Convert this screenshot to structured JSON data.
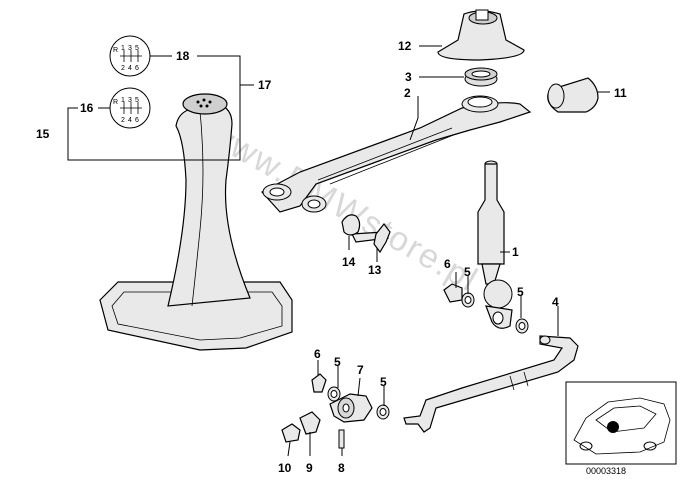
{
  "watermark": "www.BMWstore.pl",
  "reference_code": "00003318",
  "callouts": {
    "c1": "1",
    "c2": "2",
    "c3": "3",
    "c4": "4",
    "c5a": "5",
    "c5b": "5",
    "c5c": "5",
    "c6a": "6",
    "c6b": "6",
    "c7": "7",
    "c8": "8",
    "c9": "9",
    "c10": "10",
    "c11": "11",
    "c12": "12",
    "c13": "13",
    "c14": "14",
    "c15": "15",
    "c16": "16",
    "c17": "17",
    "c18": "18"
  },
  "shift_pattern_top": {
    "left": "R",
    "top_mid1": "1",
    "top_mid2": "3",
    "top_right": "5",
    "bottom1": "2",
    "bottom2": "4",
    "bottom3": "6"
  },
  "shift_pattern_bottom": {
    "left": "R",
    "top_mid1": "1",
    "top_mid2": "3",
    "top_right": "5",
    "bottom1": "2",
    "bottom2": "4",
    "bottom3": "6"
  }
}
